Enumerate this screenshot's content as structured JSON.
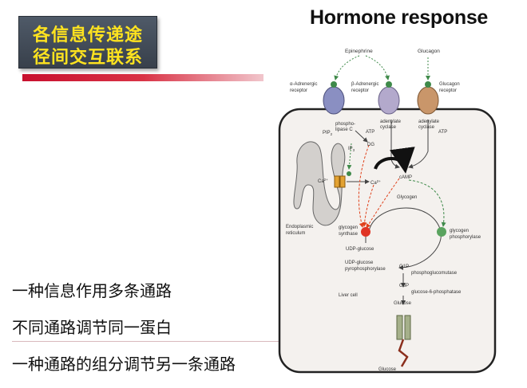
{
  "slide": {
    "title_lines": [
      "各信息传递途",
      "径间交互联系"
    ],
    "diagram_title": "Hormone response",
    "bullets": [
      "一种信息作用多条通路",
      "不同通路调节同一蛋白",
      "一种通路的组分调节另一条通路"
    ]
  },
  "diagram": {
    "ligands": {
      "epinephrine": "Epinephrine",
      "glucagon": "Glucagon"
    },
    "receptors": {
      "alpha": [
        "α-Adrenergic",
        "receptor"
      ],
      "beta": [
        "β-Adrenergic",
        "receptor"
      ],
      "glucagon": [
        "Glucagon",
        "receptor"
      ]
    },
    "enzymes": {
      "plc": [
        "phospho-",
        "lipase C"
      ],
      "ac1": [
        "adenylate",
        "cyclase"
      ],
      "ac2": [
        "adenylate",
        "cyclase"
      ],
      "gs": [
        "glycogen",
        "synthase"
      ],
      "gp": [
        "glycogen",
        "phosphorylase"
      ],
      "ugp": [
        "UDP-glucose",
        "pyrophosphorylase"
      ],
      "pgm": "phosphoglucomutase",
      "g6pase": "glucose-6-phosphatase"
    },
    "metabolites": {
      "pip2": "PIP",
      "pip2_sub": "2",
      "atp1": "ATP",
      "atp2": "ATP",
      "dg": "DG",
      "ip3": "IP",
      "ip3_sub": "3",
      "ca_er": "Ca",
      "ca_er_sup": "2+",
      "ca_cyt": "Ca",
      "ca_cyt_sup": "2+",
      "camp": "cAMP",
      "glycogen": "Glycogen",
      "udp_glucose": "UDP-glucose",
      "g1p": "G1P",
      "g6p": "G6P",
      "glucose_in": "Glucose",
      "glucose_out": "Glucose"
    },
    "compartments": {
      "er": [
        "Endoplasmic",
        "reticulum"
      ],
      "cell": "Liver cell"
    },
    "colors": {
      "alpha_receptor": "#8a8fc2",
      "beta_receptor": "#b3a9cc",
      "glucagon_receptor": "#c9966a",
      "ligand_green": "#3f8a4a",
      "red_arrow": "#e0411b",
      "gs_node": "#e03424",
      "gp_node": "#5aa35f"
    }
  }
}
